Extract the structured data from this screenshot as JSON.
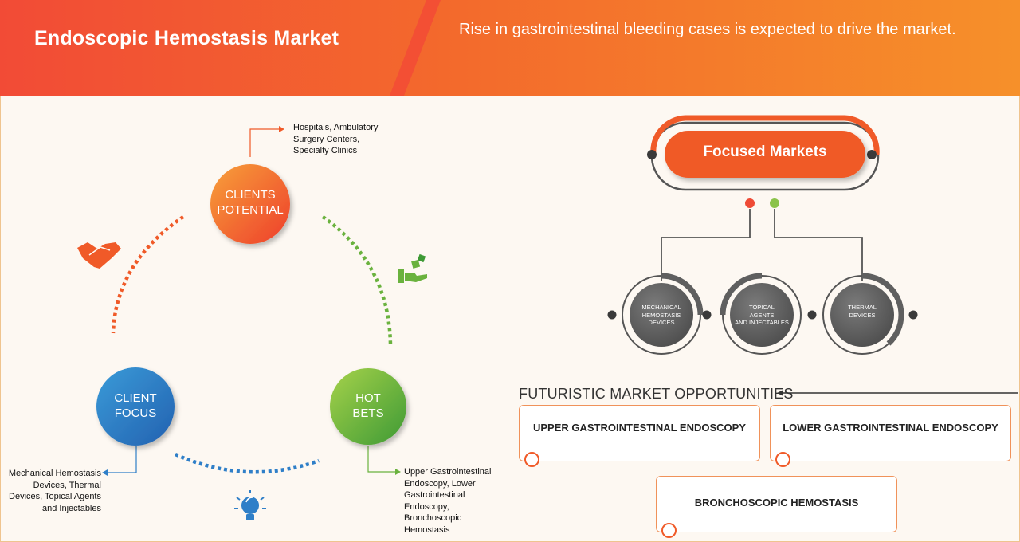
{
  "header": {
    "title": "Endoscopic Hemostasis Market",
    "tagline": "Rise in gastrointestinal bleeding cases is expected to drive the market."
  },
  "cycle": {
    "clients_potential": {
      "line1": "CLIENTS",
      "line2": "POTENTIAL",
      "note": [
        "Hospitals, Ambulatory",
        "Surgery Centers,",
        "Specialty Clinics"
      ]
    },
    "client_focus": {
      "line1": "CLIENT",
      "line2": "FOCUS",
      "note": [
        "Mechanical Hemostasis",
        "Devices, Thermal",
        "Devices, Topical Agents",
        "and Injectables"
      ]
    },
    "hot_bets": {
      "line1": "HOT",
      "line2": "BETS",
      "note": [
        "Upper Gastrointestinal",
        "Endoscopy, Lower",
        "Gastrointestinal",
        "Endoscopy,",
        "Bronchoscopic",
        "Hemostasis"
      ]
    }
  },
  "focused_markets": {
    "label": "Focused Markets",
    "segments": [
      {
        "lines": [
          "MECHANICAL",
          "HEMOSTASIS",
          "DEVICES"
        ]
      },
      {
        "lines": [
          "TOPICAL",
          "AGENTS",
          "AND INJECTABLES"
        ]
      },
      {
        "lines": [
          "THERMAL",
          "DEVICES"
        ]
      }
    ]
  },
  "opportunities": {
    "title": "FUTURISTIC MARKET OPPORTUNITIES",
    "items": [
      "UPPER GASTROINTESTINAL ENDOSCOPY",
      "LOWER GASTROINTESTINAL ENDOSCOPY",
      "BRONCHOSCOPIC HEMOSTASIS"
    ]
  },
  "colors": {
    "orange": "#f05a28",
    "green": "#6ab23e",
    "blue": "#2f7fc8",
    "gray": "#5f5f5f"
  },
  "icons": [
    "handshake-icon",
    "money-hand-icon",
    "lightbulb-icon"
  ]
}
